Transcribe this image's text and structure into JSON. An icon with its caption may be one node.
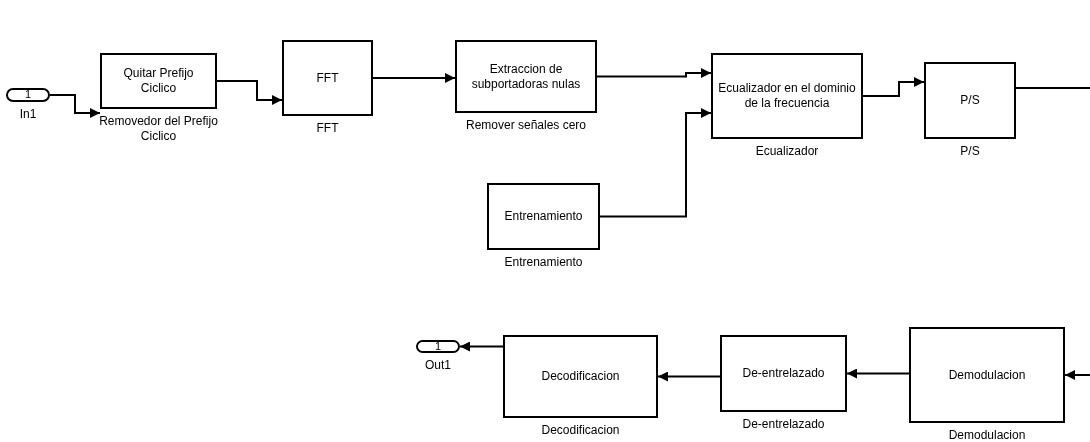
{
  "diagram": {
    "nodes": [
      {
        "text": [
          "1"
        ],
        "beside": [
          "In1"
        ]
      },
      {
        "text": [
          "Quitar Prefijo Ciclico"
        ],
        "beside": [
          "Removedor del Prefijo Ciclico"
        ]
      },
      {
        "text": [
          "FFT"
        ],
        "beside": [
          "FFT"
        ]
      },
      {
        "text": [
          "Extraccion de subportadoras nulas"
        ],
        "beside": [
          "Remover señales cero"
        ]
      },
      {
        "text": [
          "Entrenamiento"
        ],
        "beside": [
          "Entrenamiento"
        ]
      },
      {
        "text": [
          "Ecualizador en el dominio de la frecuencia"
        ],
        "beside": [
          "Ecualizador"
        ]
      },
      {
        "text": [
          "P/S"
        ],
        "beside": [
          "P/S"
        ]
      },
      {
        "text": [
          "Demodulacion"
        ],
        "beside": [
          "Demodulacion"
        ]
      },
      {
        "text": [
          "De-entrelazado"
        ],
        "beside": [
          "De-entrelazado"
        ]
      },
      {
        "text": [
          "Decodificacion"
        ],
        "beside": [
          "Decodificacion"
        ]
      },
      {
        "text": [
          "1"
        ],
        "beside": [
          "Out1"
        ]
      }
    ],
    "edges": [
      {
        "from": 0,
        "to": 1,
        "arrow": "to"
      },
      {
        "from": 1,
        "to": 2,
        "arrow": "to"
      },
      {
        "from": 2,
        "to": 3,
        "arrow": "to"
      },
      {
        "from": 3,
        "to": 5,
        "arrow": "to"
      },
      {
        "from": 4,
        "to": 5,
        "arrow": "to"
      },
      {
        "from": 5,
        "to": 6,
        "arrow": "to"
      },
      {
        "from": 6,
        "to": null,
        "arrow": "none"
      },
      {
        "from": null,
        "to": 7,
        "arrow": "to"
      },
      {
        "from": 7,
        "to": 8,
        "arrow": "to"
      },
      {
        "from": 8,
        "to": 9,
        "arrow": "to"
      },
      {
        "from": 9,
        "to": 10,
        "arrow": "to"
      }
    ]
  }
}
